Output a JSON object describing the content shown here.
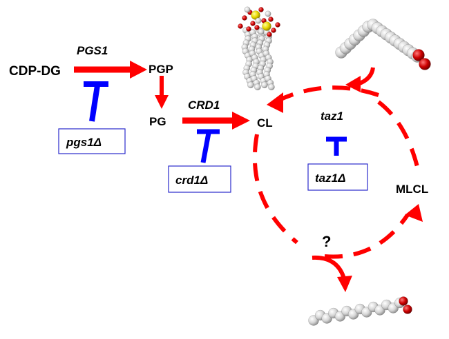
{
  "molecules": {
    "cdp_dg": "CDP-DG",
    "pgp": "PGP",
    "pg": "PG",
    "cl": "CL",
    "mlcl": "MLCL"
  },
  "enzymes": {
    "pgs1": "PGS1",
    "crd1": "CRD1",
    "taz1": "taz1"
  },
  "mutants": {
    "pgs1_delta": "pgs1Δ",
    "crd1_delta": "crd1Δ",
    "taz1_delta": "taz1Δ"
  },
  "unknown_step": "?",
  "colors": {
    "pathway_arrow": "#ff0000",
    "inhibition": "#0000ff",
    "box_border": "#2a2acc",
    "oxygen_atom": "#cc0000",
    "phosphorus_atom": "#e8d800",
    "carbon_atom": "#d8d8d8"
  },
  "icons": {
    "cardiolipin_model": "cardiolipin-space-filling-model",
    "fatty_acyl_chain": "fatty-acyl-chain-model",
    "released_fatty_acid": "free-fatty-acid-model"
  }
}
